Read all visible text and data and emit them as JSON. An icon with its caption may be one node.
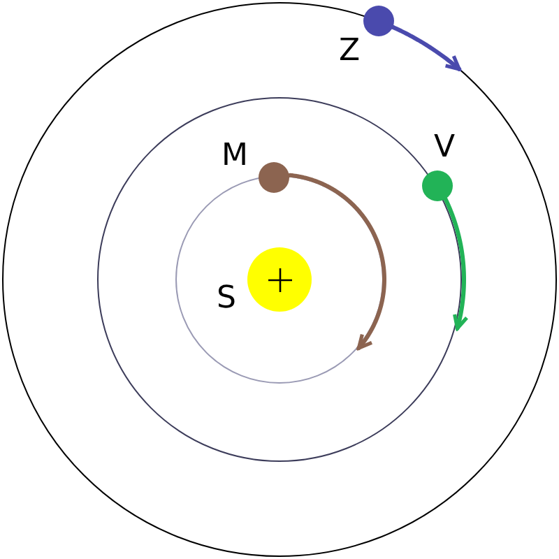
{
  "diagram": {
    "nodes": [
      {
        "text": [],
        "shape": "circle",
        "beside": [
          "Z"
        ]
      },
      {
        "text": [],
        "shape": "circle",
        "beside": [
          "M"
        ]
      },
      {
        "text": [],
        "shape": "circle",
        "beside": [
          "V"
        ]
      },
      {
        "text": [],
        "shape": "circle",
        "beside": [
          "S"
        ]
      }
    ],
    "edges": [
      {
        "from": 0,
        "to": null,
        "arrow": "to",
        "color": "#4a4aad"
      },
      {
        "from": 1,
        "to": null,
        "arrow": "to",
        "color": "#8c6450"
      },
      {
        "from": 2,
        "to": null,
        "arrow": "to",
        "color": "#22b357"
      }
    ]
  }
}
